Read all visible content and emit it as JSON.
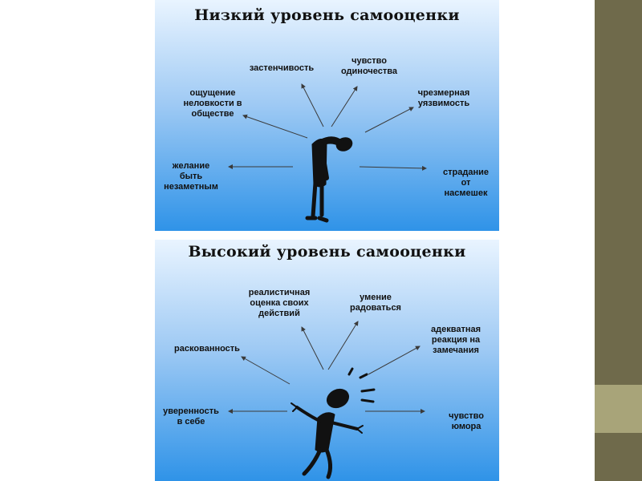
{
  "colors": {
    "side_bar": "#6f6a4b",
    "side_accent": "#a8a479",
    "gradient_top": "#e9f4ff",
    "gradient_bottom": "#2f93e8"
  },
  "low": {
    "title": "Низкий уровень самооценки",
    "labels": {
      "shyness": "застенчивость",
      "loneliness": "чувство\nодиночества",
      "awkwardness": "ощущение\nнеловкости в\nобществе",
      "vulnerability": "чрезмерная\nуязвимость",
      "invisible": "желание\nбыть\nнезаметным",
      "mockery": "страдание\nот\nнасмешек"
    }
  },
  "high": {
    "title": "Высокий уровень самооценки",
    "labels": {
      "realistic": "реалистичная\nоценка своих\nдействий",
      "joy": "умение\nрадоваться",
      "ease": "раскованность",
      "adequate": "адекватная\nреакция на\nзамечания",
      "confidence": "уверенность\nв себе",
      "humor": "чувство\nюмора"
    }
  },
  "figures": {
    "low": "slouching-figure-icon",
    "high": "cheerful-figure-icon"
  }
}
